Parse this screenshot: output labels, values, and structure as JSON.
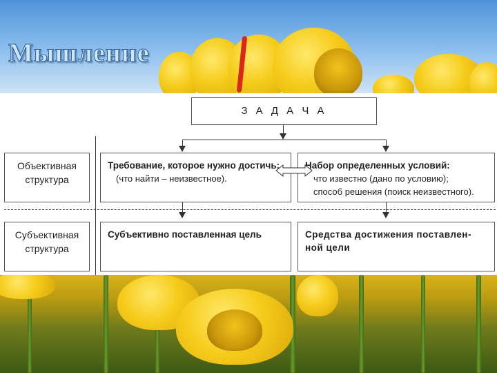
{
  "title": "Мышление",
  "diagram": {
    "top_box": "З А Д А Ч А",
    "row1": {
      "left": [
        "Объективная",
        "структура"
      ],
      "middle_bold": "Требование, которое нужно достичь:",
      "middle_text": "(что найти – неизвестное).",
      "right_bold": "Набор определенных условий:",
      "right_lines": [
        "что известно (дано по условию);",
        "способ решения (поиск неизвестного)."
      ]
    },
    "row2": {
      "left": [
        "Субъективная",
        "структура"
      ],
      "middle_bold": "Субъективно поставленная цель",
      "right_bold": "Средства достижения поставлен-ной цели"
    }
  },
  "colors": {
    "title_fill": "#cfe6fb",
    "title_outline": "#2d5f96",
    "accent_red": "#d9271b"
  }
}
